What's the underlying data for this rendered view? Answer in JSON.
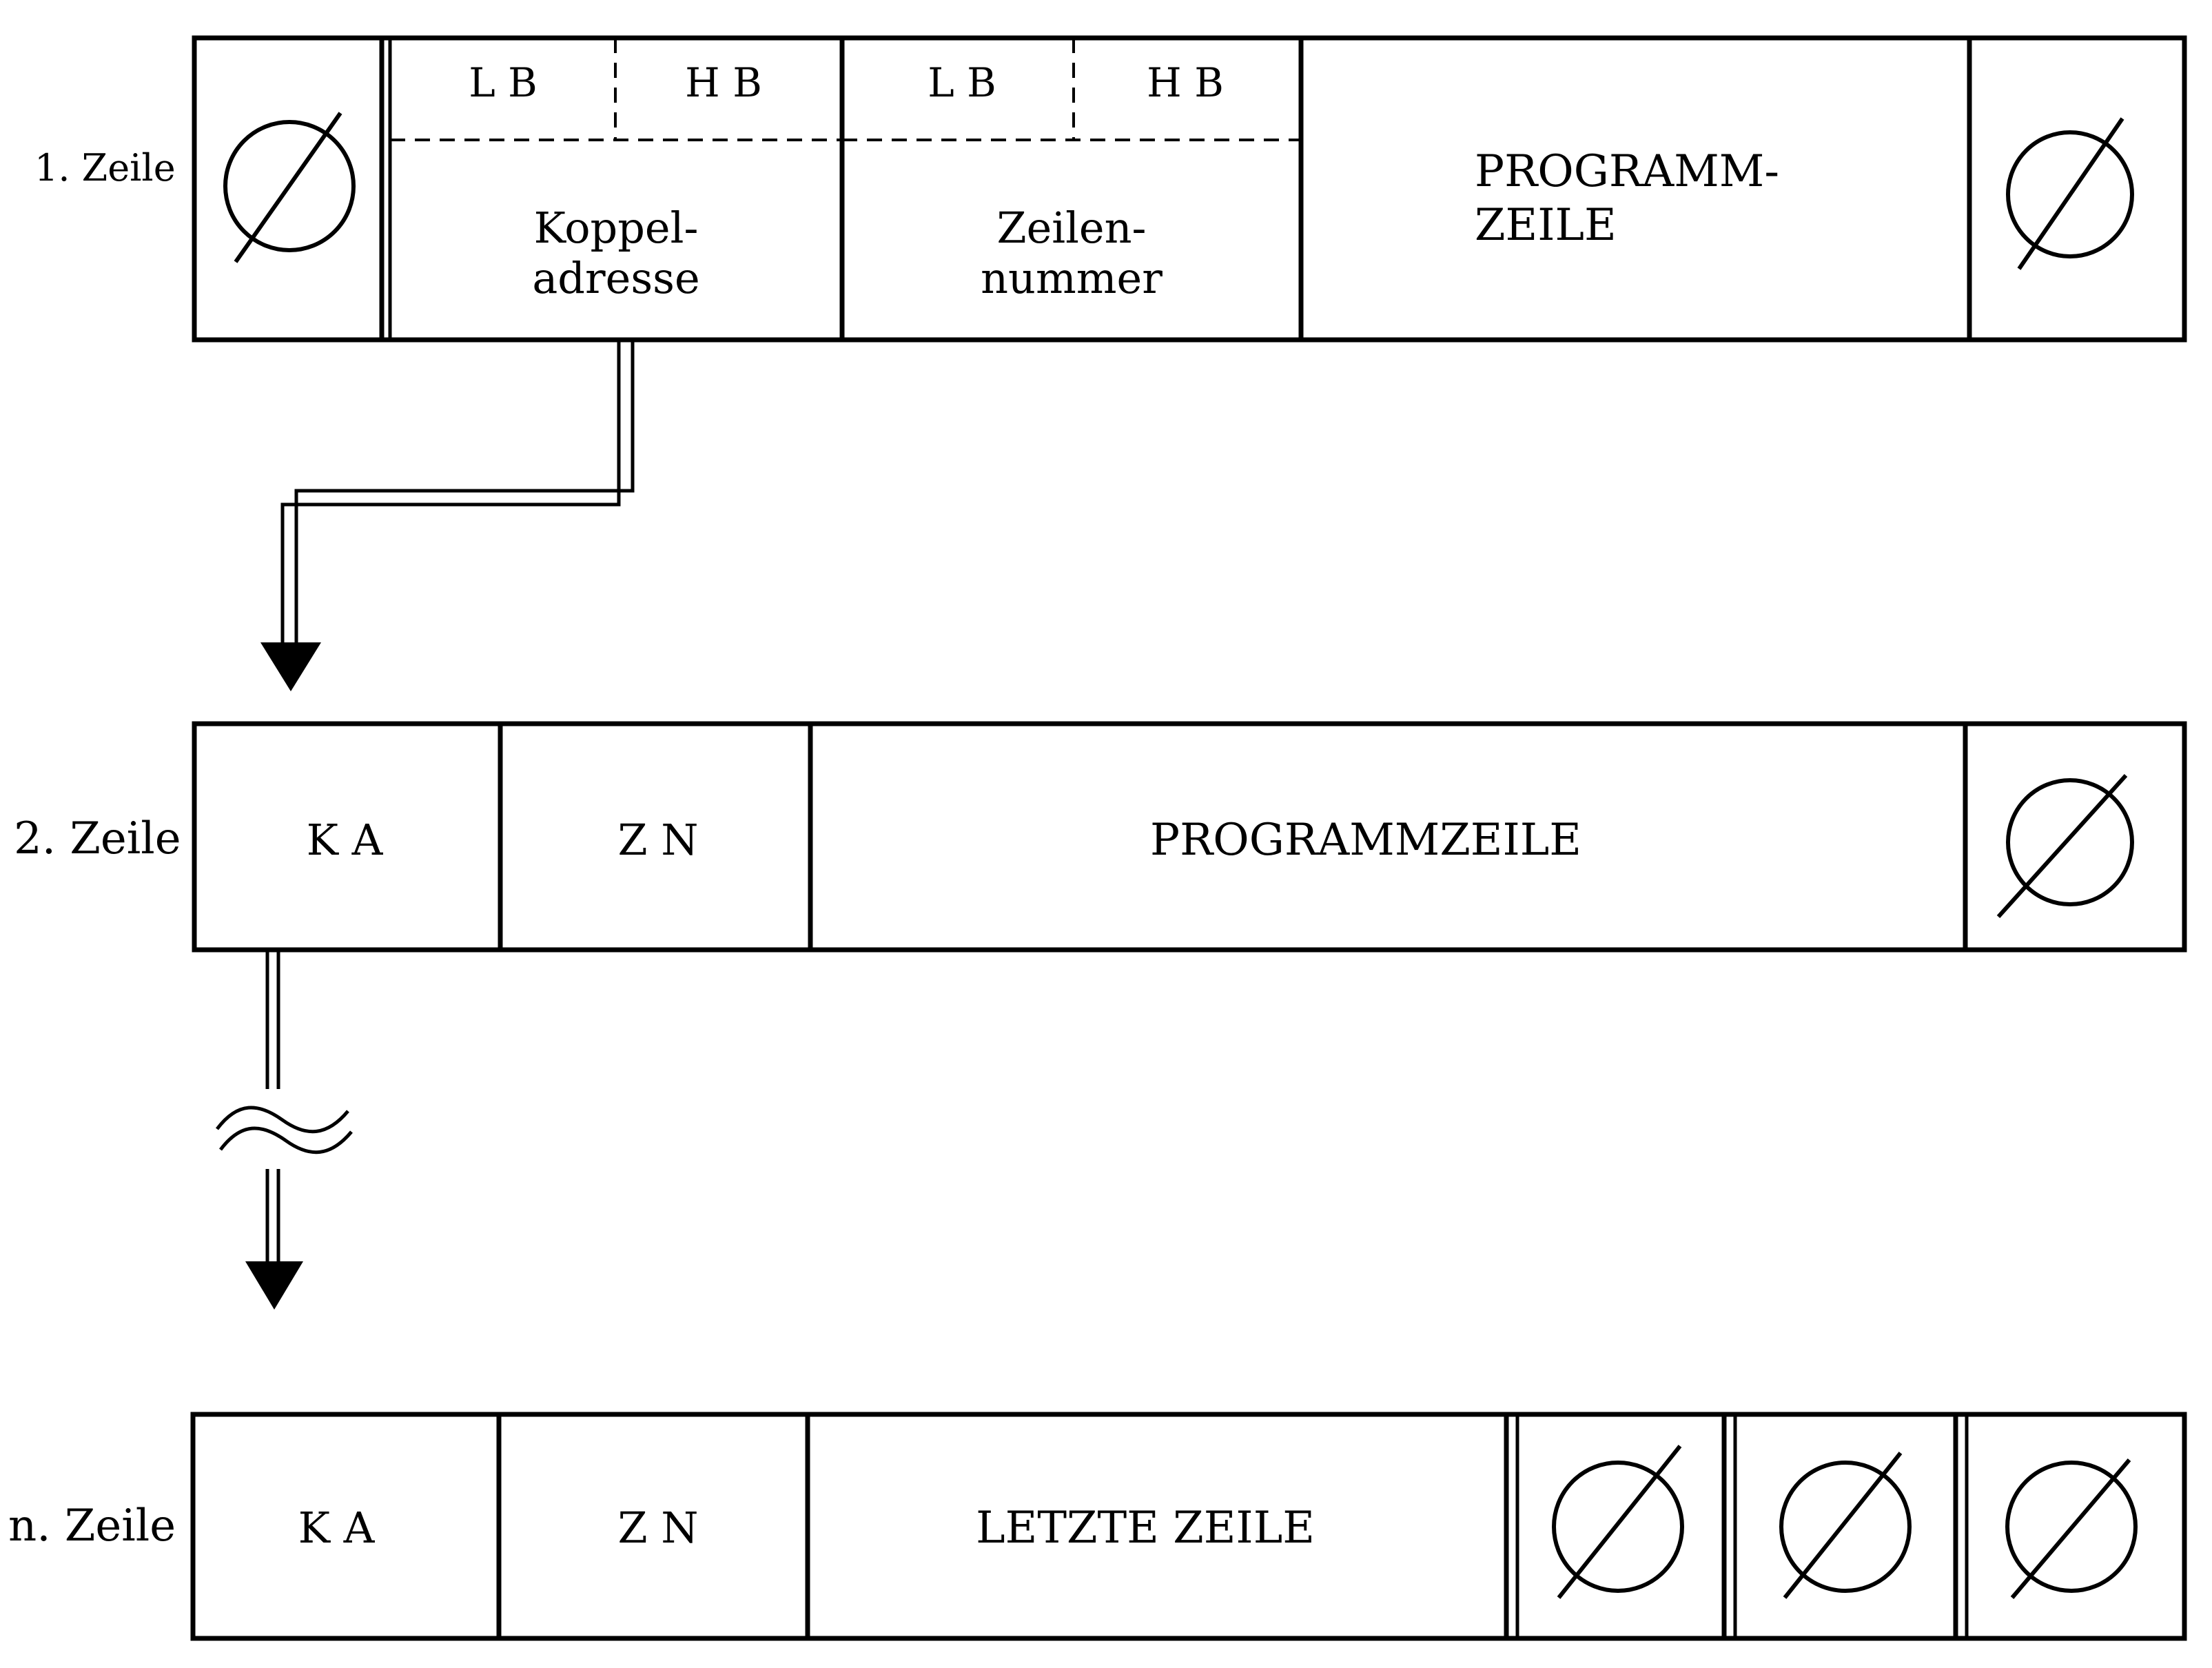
{
  "rows": [
    {
      "label": "1. Zeile",
      "cells": {
        "koppel_lb": "L B",
        "koppel_hb": "H B",
        "koppel_line1": "Koppel-",
        "koppel_line2": "adresse",
        "zeilen_lb": "L B",
        "zeilen_hb": "H B",
        "zeilen_line1": "Zeilen-",
        "zeilen_line2": "nummer",
        "program_line1": "PROGRAMM-",
        "program_line2": "ZEILE"
      }
    },
    {
      "label": "2. Zeile",
      "cells": {
        "ka": "K A",
        "zn": "Z N",
        "program": "PROGRAMMZEILE"
      }
    },
    {
      "label": "n. Zeile",
      "cells": {
        "ka": "K A",
        "zn": "Z N",
        "program": "LETZTE ZEILE"
      }
    }
  ],
  "symbols": {
    "null_byte": "null-byte-icon",
    "link_arrow": "arrow-down-icon",
    "continuation": "wavy-break-icon"
  },
  "colors": {
    "ink": "#000000",
    "paper": "#ffffff"
  }
}
